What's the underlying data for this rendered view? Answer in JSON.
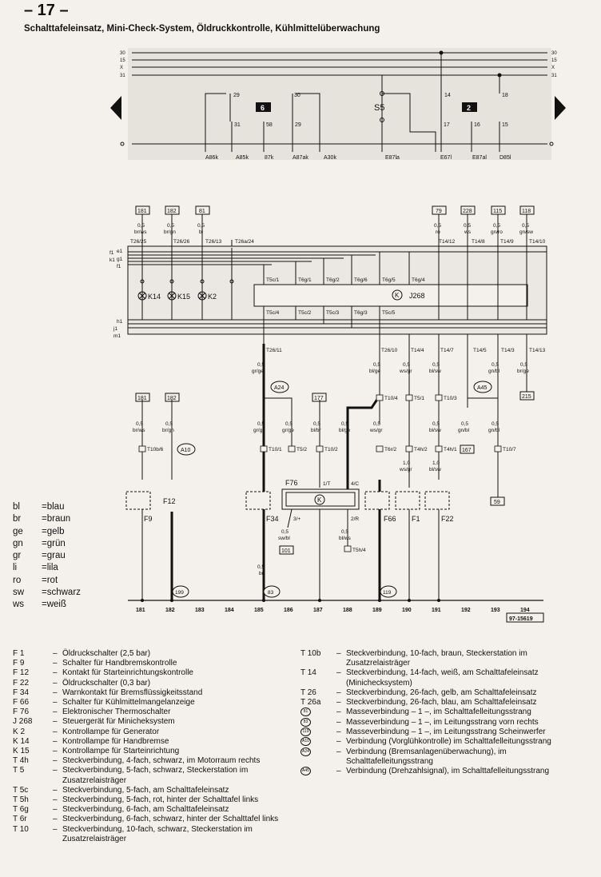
{
  "page_number": "– 17 –",
  "title": "Schalttafeleinsatz, Mini-Check-System, Öldruckkontrolle, Kühlmittelüberwachung",
  "bus_lines": [
    "30",
    "15",
    "X",
    "31"
  ],
  "top_pins": [
    "29",
    "30",
    "14",
    "18"
  ],
  "top_bottom_pins": [
    "31",
    "58",
    "29",
    "17",
    "16",
    "15"
  ],
  "top_boxes": [
    "6",
    "2"
  ],
  "s5_label": "S5",
  "top_conn_labels": [
    "A86k",
    "A85k",
    "87k",
    "A87ak",
    "A30k",
    "E87la",
    "E67l",
    "E87al",
    "D85l"
  ],
  "ref_boxes_top": [
    "181",
    "182",
    "81",
    "79",
    "228",
    "115",
    "118"
  ],
  "top_wires": [
    {
      "size": "0,5",
      "color": "br/ws",
      "pin": "T26/25"
    },
    {
      "size": "0,5",
      "color": "br/gn",
      "pin": "T26/26"
    },
    {
      "size": "0,5",
      "color": "bl",
      "pin": "T26/13"
    },
    {
      "size": "",
      "color": "",
      "pin": "T26a/24"
    },
    {
      "size": "0,5",
      "color": "ro",
      "pin": "T14/12"
    },
    {
      "size": "0,5",
      "color": "ws",
      "pin": "T14/8"
    },
    {
      "size": "0,5",
      "color": "gn/ro",
      "pin": "T14/9"
    },
    {
      "size": "0,5",
      "color": "gn/sw",
      "pin": "T14/10"
    }
  ],
  "side_labels_top": [
    "f1",
    "e1",
    "k1",
    "g1",
    "f1"
  ],
  "side_labels_bottom": [
    "h1",
    "j1",
    "m1"
  ],
  "lamps": [
    "K14",
    "K15",
    "K2"
  ],
  "j268_label": "J268",
  "t_pins_top": [
    "T5c/1",
    "T6g/1",
    "T6g/2",
    "T6g/6",
    "T6g/5",
    "T6g/4"
  ],
  "t_pins_bottom": [
    "T5c/4",
    "T5c/2",
    "T5c/3",
    "T6g/3",
    "T5c/5"
  ],
  "mid_pins": [
    "T26/11",
    "T26/10",
    "T14/4",
    "T14/7",
    "T14/5",
    "T14/3",
    "T14/13"
  ],
  "mid_wires": [
    {
      "size": "0,5",
      "color": "gr/ge"
    },
    {
      "size": "0,5",
      "color": "bl/ge"
    },
    {
      "size": "0,5",
      "color": "ws/gr"
    },
    {
      "size": "0,5",
      "color": "bl/sw"
    },
    {
      "size": "0,5",
      "color": "gn/bl"
    },
    {
      "size": "0,5",
      "color": "br/ge"
    }
  ],
  "ref_boxes_mid": [
    "181",
    "182",
    "177",
    "215",
    "167",
    "59",
    "101"
  ],
  "circle_refs": [
    "A24",
    "A45",
    "A10"
  ],
  "conn_pins": [
    "T10b/6",
    "T10/1",
    "T5/2",
    "T10/2",
    "T10/4",
    "T5/1",
    "T10/3",
    "T6r/2",
    "T4h/2",
    "T4h/1",
    "T10/7",
    "T5h/4"
  ],
  "lower_wires": [
    {
      "size": "0,5",
      "color": "br/ws"
    },
    {
      "size": "0,5",
      "color": "br/gn"
    },
    {
      "size": "0,5",
      "color": "gr/ge"
    },
    {
      "size": "0,5",
      "color": "gr/ge"
    },
    {
      "size": "0,5",
      "color": "bl/br"
    },
    {
      "size": "0,5",
      "color": "bl/ge"
    },
    {
      "size": "0,5",
      "color": "ws/gr"
    },
    {
      "size": "0,5",
      "color": "bl/sw"
    },
    {
      "size": "0,5",
      "color": "gn/bl"
    },
    {
      "size": "0,5",
      "color": "gn/bl"
    },
    {
      "size": "1,0",
      "color": "ws/gr"
    },
    {
      "size": "1,0",
      "color": "bl/sw"
    },
    {
      "size": "0,5",
      "color": "sw/bl"
    },
    {
      "size": "0,5",
      "color": "bl/ws"
    },
    {
      "size": "0,5",
      "color": "br"
    }
  ],
  "components": [
    "F9",
    "F12",
    "F34",
    "F76",
    "F66",
    "F1",
    "F22"
  ],
  "f76_pins": [
    "1/T",
    "4/C",
    "3/+",
    "2/R"
  ],
  "ground_refs": [
    "199",
    "83",
    "119"
  ],
  "bottom_numbers": [
    "181",
    "182",
    "183",
    "184",
    "185",
    "186",
    "187",
    "188",
    "189",
    "190",
    "191",
    "192",
    "193",
    "194"
  ],
  "doc_id": "97-15619",
  "abbreviations": [
    {
      "k": "bl",
      "v": "blau"
    },
    {
      "k": "br",
      "v": "braun"
    },
    {
      "k": "ge",
      "v": "gelb"
    },
    {
      "k": "gn",
      "v": "grün"
    },
    {
      "k": "gr",
      "v": "grau"
    },
    {
      "k": "li",
      "v": "lila"
    },
    {
      "k": "ro",
      "v": "rot"
    },
    {
      "k": "sw",
      "v": "schwarz"
    },
    {
      "k": "ws",
      "v": "weiß"
    }
  ],
  "legend_left": [
    {
      "code": "F 1",
      "text": "Öldruckschalter (2,5 bar)"
    },
    {
      "code": "F 9",
      "text": "Schalter für Handbremskontrolle"
    },
    {
      "code": "F 12",
      "text": "Kontakt für Starteinrichtungskontrolle"
    },
    {
      "code": "F 22",
      "text": "Öldruckschalter (0,3 bar)"
    },
    {
      "code": "F 34",
      "text": "Warnkontakt für Bremsflüssigkeitsstand"
    },
    {
      "code": "F 66",
      "text": "Schalter für Kühlmittelmangelanzeige"
    },
    {
      "code": "F 76",
      "text": "Elektronischer Thermoschalter"
    },
    {
      "code": "J 268",
      "text": "Steuergerät für Minicheksystem"
    },
    {
      "code": "K 2",
      "text": "Kontrollampe für Generator"
    },
    {
      "code": "K 14",
      "text": "Kontrollampe für Handbremse"
    },
    {
      "code": "K 15",
      "text": "Kontrollampe für Starteinrichtung"
    },
    {
      "code": "T 4h",
      "text": "Steckverbindung, 4-fach, schwarz, im Motorraum rechts"
    },
    {
      "code": "T 5",
      "text": "Steckverbindung, 5-fach, schwarz, Steckerstation im Zusatzrelaisträger"
    },
    {
      "code": "T 5c",
      "text": "Steckverbindung, 5-fach, am Schalttafeleinsatz"
    },
    {
      "code": "T 5h",
      "text": "Steckverbindung, 5-fach, rot, hinter der Schalttafel links"
    },
    {
      "code": "T 6g",
      "text": "Steckverbindung, 6-fach, am Schalttafeleinsatz"
    },
    {
      "code": "T 6r",
      "text": "Steckverbindung, 6-fach, schwarz, hinter der Schalttafel links"
    },
    {
      "code": "T 10",
      "text": "Steckverbindung, 10-fach, schwarz, Steckerstation im Zusatzrelaisträger"
    }
  ],
  "legend_right": [
    {
      "code": "T 10b",
      "text": "Steckverbindung, 10-fach, braun, Steckerstation im Zusatzrelaisträger"
    },
    {
      "code": "T 14",
      "text": "Steckverbindung, 14-fach, weiß, am Schalttafeleinsatz (Minichecksystem)"
    },
    {
      "code": "T 26",
      "text": "Steckverbindung, 26-fach, gelb, am Schalttafeleinsatz"
    },
    {
      "code": "T 26a",
      "text": "Steckverbindung, 26-fach, blau, am Schalttafeleinsatz"
    },
    {
      "code": "81",
      "sym": true,
      "text": "Masseverbindung – 1 –, im Schalttafelleitungsstrang"
    },
    {
      "code": "83",
      "sym": true,
      "text": "Masseverbindung – 1 –, im Leitungsstrang vorn rechts"
    },
    {
      "code": "119",
      "sym": true,
      "text": "Masseverbindung – 1 –, im Leitungsstrang Scheinwerfer"
    },
    {
      "code": "A10",
      "sym": true,
      "text": "Verbindung (Vorglühkontrolle) im Schalttafelleitungsstrang"
    },
    {
      "code": "A24",
      "sym": true,
      "text": "Verbindung (Bremsanlagenüberwachung), im Schalttafelleitungsstrang"
    },
    {
      "code": "A45",
      "sym": true,
      "text": "Verbindung (Drehzahlsignal), im Schalttafelleitungsstrang"
    }
  ]
}
